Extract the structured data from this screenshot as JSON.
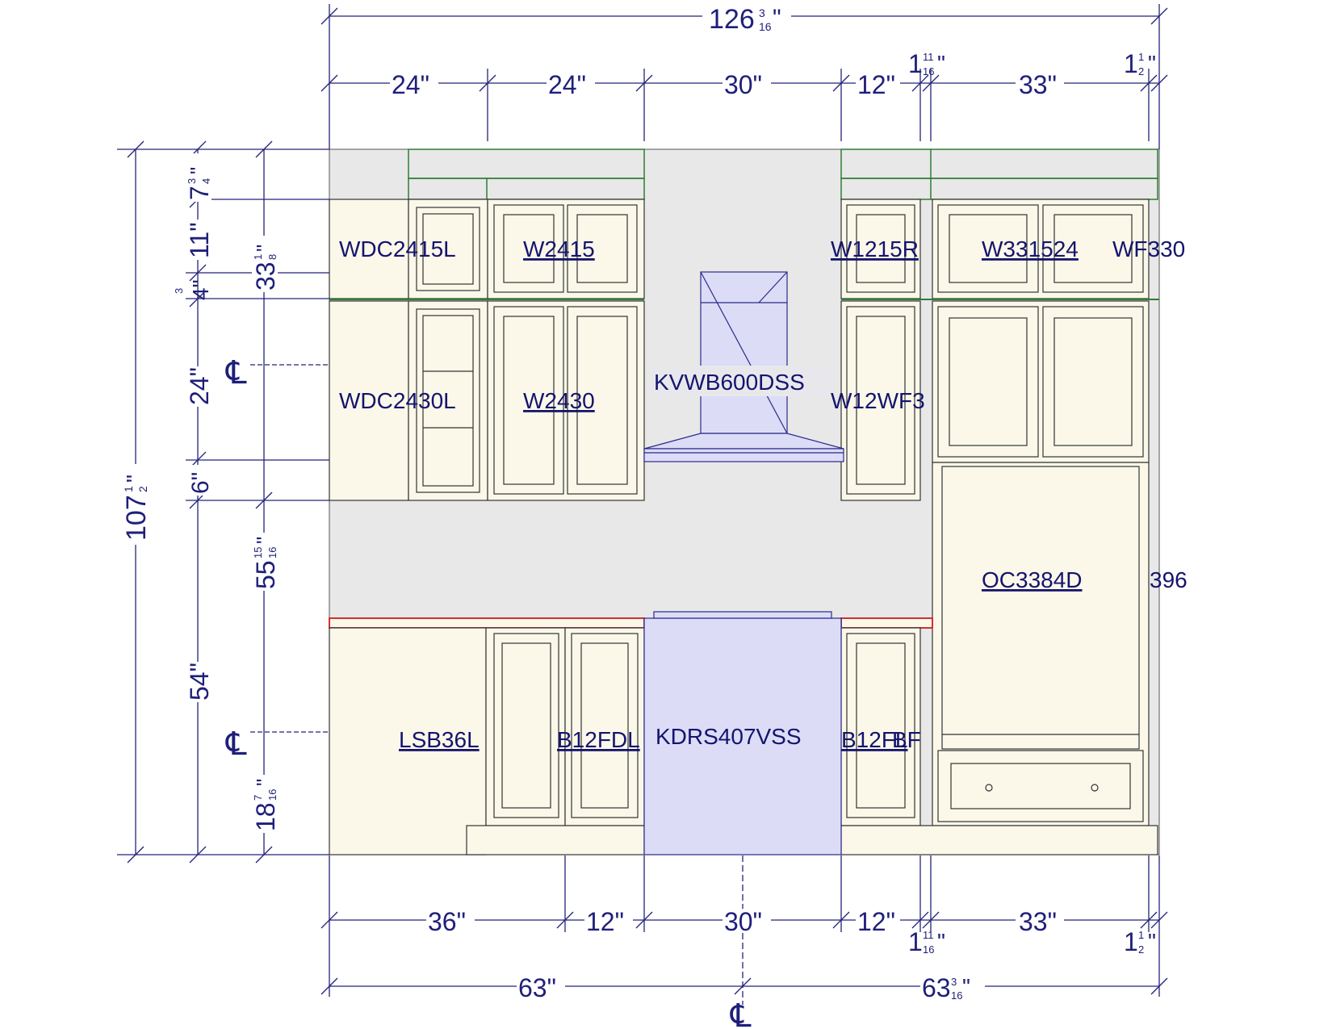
{
  "colors": {
    "dimension": "#23237a",
    "cabinet_fill": "#fbf8e9",
    "wall": "#e8e8e8",
    "appliance": "#dcdcf7",
    "molding": "#2e7d32",
    "countertop": "#d32f2f"
  },
  "overall_dims": {
    "total_width": "126",
    "total_width_frac_num": "3",
    "total_width_frac_den": "16",
    "total_height": "107",
    "total_height_frac_num": "1",
    "total_height_frac_den": "2"
  },
  "top_dims": [
    "24\"",
    "24\"",
    "30\"",
    "12\""
  ],
  "top_dims_right": {
    "small_gap": "1",
    "small_gap_num": "11",
    "small_gap_den": "16",
    "wide": "33\"",
    "end_gap": "1",
    "end_gap_num": "1",
    "end_gap_den": "2"
  },
  "bottom_dims": [
    "36\"",
    "12\"",
    "30\"",
    "12\""
  ],
  "bottom_dims_right": {
    "small_gap": "1",
    "small_gap_num": "11",
    "small_gap_den": "16",
    "wide": "33\"",
    "end_gap": "1",
    "end_gap_num": "1",
    "end_gap_den": "2"
  },
  "bottom_halves": {
    "left": "63\"",
    "right": "63",
    "right_num": "3",
    "right_den": "16"
  },
  "left_dims": {
    "crown": "7",
    "crown_num": "3",
    "crown_den": "4",
    "upper_small": "11\"",
    "gap": "4\"",
    "gap_num": "3",
    "upper_main": "24\"",
    "light_rail": "6\"",
    "backsplash": "54\""
  },
  "inner_dims": {
    "upper_total": "33",
    "upper_total_num": "1",
    "upper_total_den": "8",
    "mid": "55",
    "mid_num": "15",
    "mid_den": "16",
    "base": "18",
    "base_num": "7",
    "base_den": "16"
  },
  "centerline_symbol": "℄",
  "cabinets": {
    "wdc2415l": "WDC2415L",
    "w2415": "W2415",
    "w1215r": "W1215R",
    "w331524": "W331524",
    "wf330": "WF330",
    "wdc2430l": "WDC2430L",
    "w2430": "W2430",
    "kvwb600dss": "KVWB600DSS",
    "w12wf3": "W12WF3",
    "oc3384d": "OC3384D",
    "side396": "396",
    "lsb36l": "LSB36L",
    "b12fdl": "B12FDL",
    "kdrs407vss": "KDRS407VSS",
    "b12fl": "B12FL",
    "bf": "BF"
  }
}
